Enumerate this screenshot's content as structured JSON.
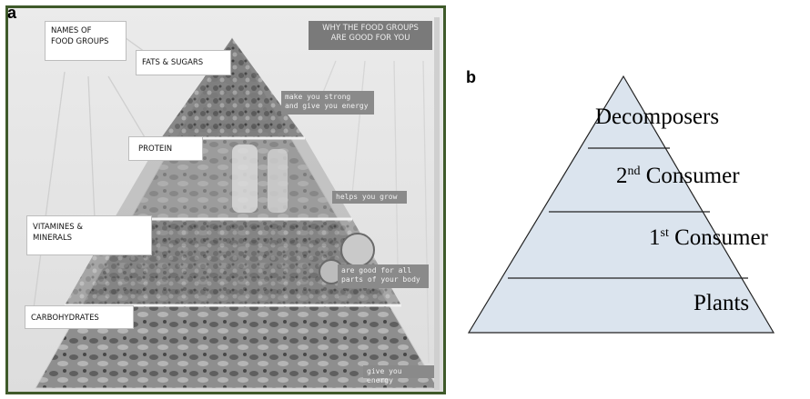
{
  "panel_a": {
    "letter": "a",
    "food_groups_heading": "NAMES OF\nFOOD GROUPS",
    "why_heading": "WHY THE FOOD GROUPS\nARE GOOD FOR YOU",
    "group_labels": {
      "fats_sugars": "FATS & SUGARS",
      "protein": "PROTEIN",
      "vitamins_minerals": "VITAMINES  &\n   MINERALS",
      "carbohydrates": "CARBOHYDRATES"
    },
    "function_labels": {
      "fats": "make you strong\nand give you energy",
      "protein": "helps you grow",
      "vitamins": "are good for all\nparts of your body",
      "carbs": "give you energy"
    },
    "colors": {
      "frame": "#3f5a2a",
      "photo_dark": "#4a4a4a",
      "photo_light": "#bdbdbd"
    }
  },
  "panel_b": {
    "letter": "b",
    "levels": [
      {
        "name": "Decomposers",
        "prefix": "",
        "sup": "",
        "suffix": ""
      },
      {
        "name": "2nd Consumer",
        "prefix": "2",
        "sup": "nd",
        "suffix": " Consumer"
      },
      {
        "name": "1st Consumer",
        "prefix": "1",
        "sup": "st",
        "suffix": " Consumer"
      },
      {
        "name": "Plants",
        "prefix": "",
        "sup": "",
        "suffix": ""
      }
    ],
    "colors": {
      "fill": "#dbe4ee",
      "stroke": "#222222"
    }
  }
}
